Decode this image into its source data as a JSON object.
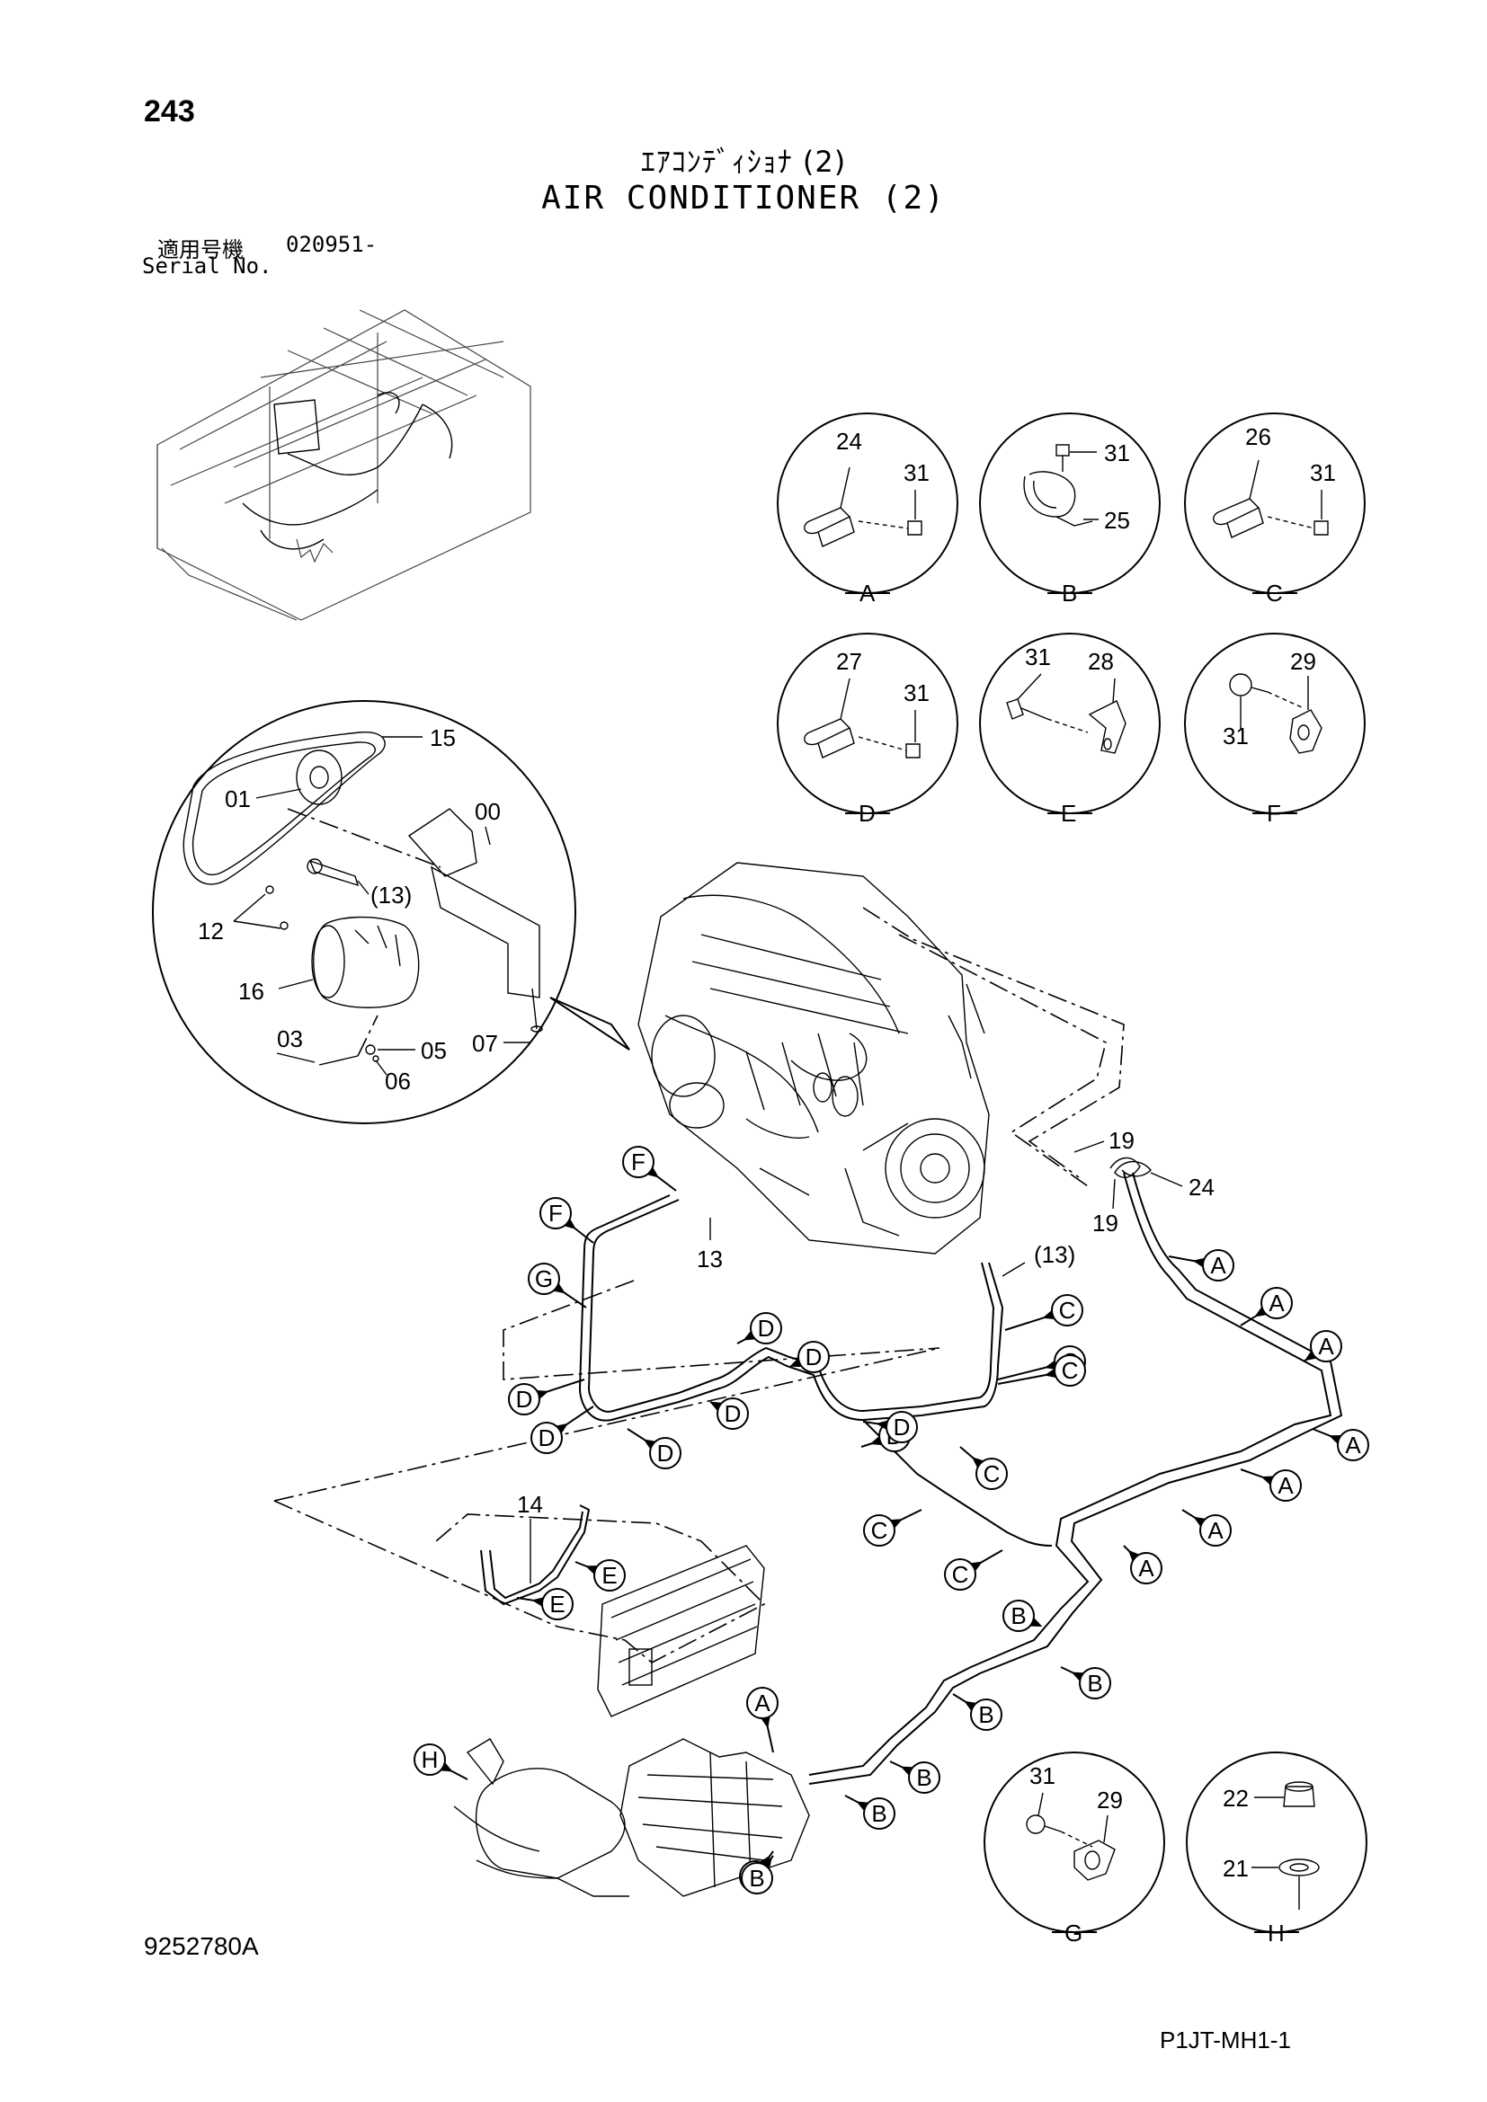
{
  "header": {
    "page_number": "243",
    "title_jp": "ｴｱｺﾝﾃﾞｨｼｮﾅ (2)",
    "title_en": "AIR CONDITIONER (2)",
    "serial_label_jp": "適用号機",
    "serial_value": "020951-",
    "serial_label_en": "Serial No."
  },
  "footer": {
    "doc_code": "9252780A",
    "page_code": "P1JT-MH1-1"
  },
  "detail_circles": [
    {
      "letter": "A",
      "parts": [
        "24",
        "31"
      ]
    },
    {
      "letter": "B",
      "parts": [
        "31",
        "25"
      ]
    },
    {
      "letter": "C",
      "parts": [
        "26",
        "31"
      ]
    },
    {
      "letter": "D",
      "parts": [
        "27",
        "31"
      ]
    },
    {
      "letter": "E",
      "parts": [
        "31",
        "28"
      ]
    },
    {
      "letter": "F",
      "parts": [
        "29",
        "31"
      ]
    },
    {
      "letter": "G",
      "parts": [
        "31",
        "29"
      ]
    },
    {
      "letter": "H",
      "parts": [
        "22",
        "21"
      ]
    }
  ],
  "compressor_detail": {
    "parts": [
      "15",
      "01",
      "00",
      "(13)",
      "12",
      "16",
      "07",
      "03",
      "05",
      "06"
    ]
  },
  "main_labels": [
    "19",
    "19",
    "24",
    "13",
    "(13)",
    "14"
  ],
  "callouts": [
    "F",
    "F",
    "G",
    "D",
    "D",
    "D",
    "D",
    "D",
    "D",
    "D",
    "D",
    "C",
    "C",
    "C",
    "C",
    "C",
    "C",
    "A",
    "A",
    "A",
    "A",
    "A",
    "A",
    "A",
    "B",
    "B",
    "B",
    "B",
    "B",
    "B",
    "E",
    "E",
    "H",
    "A",
    "B"
  ],
  "icons": [
    "engine-illustration",
    "machine-overview-illustration",
    "heater-unit-illustration",
    "condenser-illustration"
  ]
}
